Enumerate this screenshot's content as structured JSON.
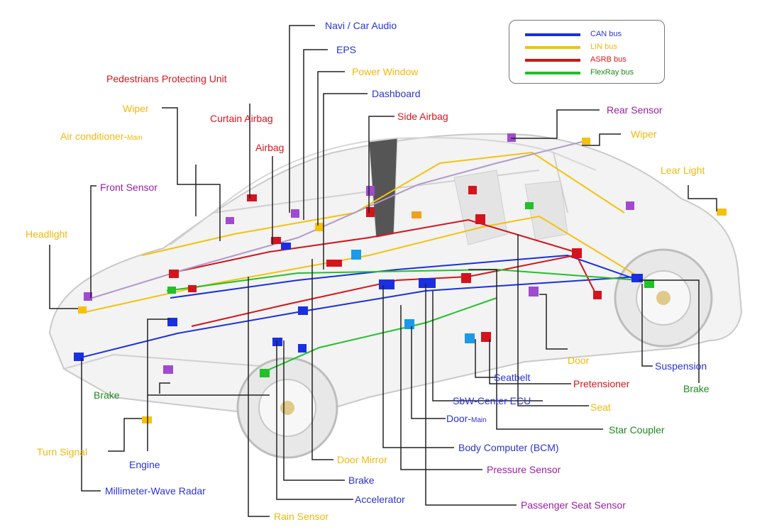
{
  "colors": {
    "can": "#1a2fe0",
    "lin": "#f4c20d",
    "asrb": "#d4141c",
    "flexray": "#22c02a",
    "blue_label": "#2b34d0",
    "yellow_label": "#f0b90b",
    "red_label": "#d8161e",
    "purple_label": "#9a1fa0",
    "green_label": "#1e8a1e",
    "leader": "#222222"
  },
  "legend": {
    "items": [
      {
        "label": "CAN bus",
        "color_key": "can"
      },
      {
        "label": "LIN bus",
        "color_key": "lin"
      },
      {
        "label": "ASRB bus",
        "color_key": "asrb"
      },
      {
        "label": "FlexRay bus",
        "color_key": "flexray"
      }
    ]
  },
  "labels": {
    "navi_car_audio": "Navi / Car Audio",
    "eps": "EPS",
    "power_window": "Power Window",
    "pedestrians_protecting_unit": "Pedestrians Protecting Unit",
    "dashboard": "Dashboard",
    "wiper_front": "Wiper",
    "curtain_airbag": "Curtain Airbag",
    "side_airbag": "Side Airbag",
    "air_conditioner": "Air conditioner-",
    "air_conditioner_sub": "Main",
    "airbag": "Airbag",
    "front_sensor": "Front Sensor",
    "headlight": "Headlight",
    "rear_sensor": "Rear Sensor",
    "wiper_rear": "Wiper",
    "lear_light": "Lear Light",
    "door": "Door",
    "suspension": "Suspension",
    "seatbelt": "Seatbelt",
    "pretensioner": "Pretensioner",
    "brake_rear": "Brake",
    "sbw_center_ecu": "SbW-Center ECU",
    "seat": "Seat",
    "door_main": "Door-",
    "door_main_sub": "Main",
    "star_coupler": "Star Coupler",
    "brake_front": "Brake",
    "turn_signal": "Turn Signal",
    "body_computer": "Body Computer (BCM)",
    "engine": "Engine",
    "door_mirror": "Door  Mirror",
    "pressure_sensor": "Pressure Sensor",
    "brake_bottom": "Brake",
    "millimeter_wave_radar": "Millimeter-Wave Radar",
    "accelerator": "Accelerator",
    "passenger_seat_sensor": "Passenger Seat Sensor",
    "rain_sensor": "Rain Sensor"
  }
}
